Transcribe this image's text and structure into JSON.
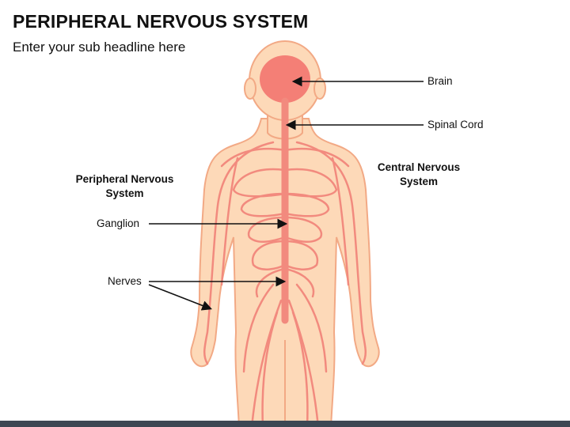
{
  "slide": {
    "title": "PERIPHERAL NERVOUS SYSTEM",
    "subtitle": "Enter your sub headline here"
  },
  "labels": {
    "brain": "Brain",
    "spinal_cord": "Spinal Cord",
    "peripheral_nervous_system": "Peripheral Nervous System",
    "central_nervous_system": "Central Nervous System",
    "ganglion": "Ganglion",
    "nerves": "Nerves"
  },
  "colors": {
    "skin": "#fdd9b8",
    "skin_outline": "#f2a985",
    "nerve": "#f28a7e",
    "brain": "#f47f76",
    "arrow": "#111111",
    "footer": "#3d4753"
  }
}
